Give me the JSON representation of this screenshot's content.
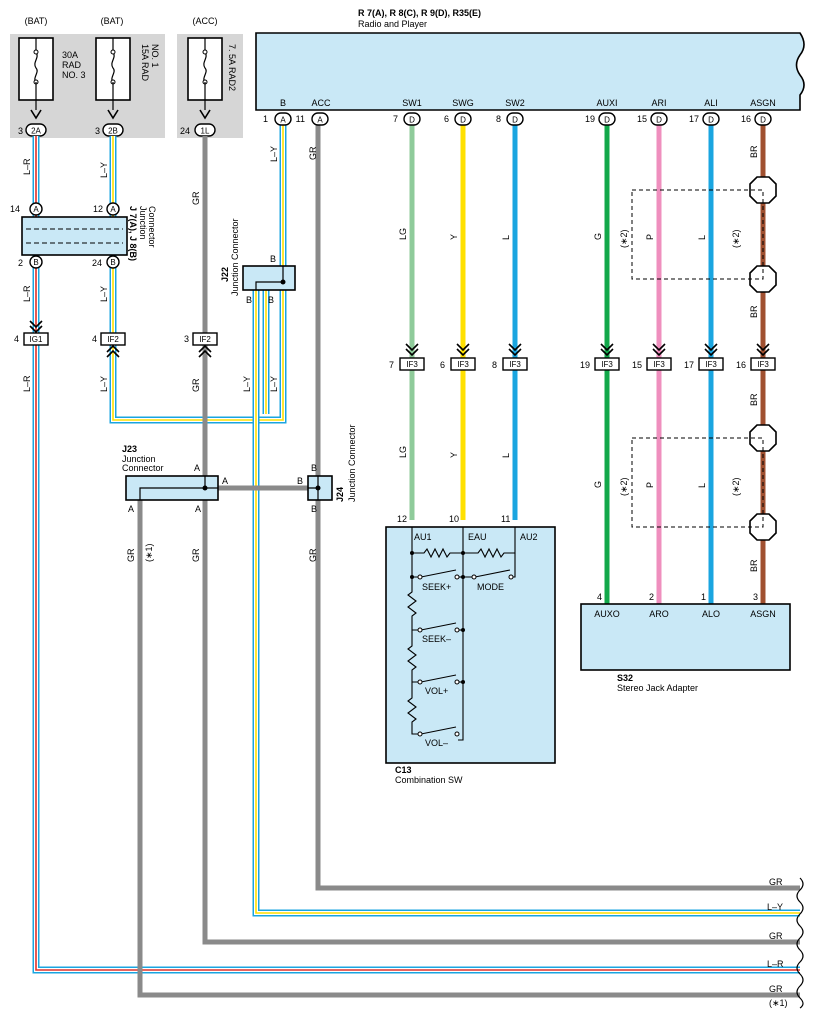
{
  "radio": {
    "code": "R 7(A), R 8(C), R 9(D), R35(E)",
    "name": "Radio and Player",
    "pins": [
      {
        "num": "1",
        "conn": "A",
        "name": "B"
      },
      {
        "num": "11",
        "conn": "A",
        "name": "ACC"
      },
      {
        "num": "7",
        "conn": "D",
        "name": "SW1"
      },
      {
        "num": "6",
        "conn": "D",
        "name": "SWG"
      },
      {
        "num": "8",
        "conn": "D",
        "name": "SW2"
      },
      {
        "num": "19",
        "conn": "D",
        "name": "AUXI"
      },
      {
        "num": "15",
        "conn": "D",
        "name": "ARI"
      },
      {
        "num": "17",
        "conn": "D",
        "name": "ALI"
      },
      {
        "num": "16",
        "conn": "D",
        "name": "ASGN"
      }
    ]
  },
  "fuses": [
    {
      "source": "(BAT)",
      "label_lines": [
        "30A",
        "RAD",
        "NO. 3"
      ],
      "pin": "3",
      "conn": "2A"
    },
    {
      "source": "(BAT)",
      "label_lines": [
        "15A RAD",
        "NO. 1"
      ],
      "pin": "3",
      "conn": "2B"
    },
    {
      "source": "(ACC)",
      "label_lines": [
        "7. 5A RAD2"
      ],
      "pin": "24",
      "conn": "1L"
    }
  ],
  "junction_j7": {
    "code": "J 7(A), J 8(B)",
    "name_lines": [
      "Junction",
      "Connector"
    ],
    "pins": [
      "14",
      "A",
      "12",
      "A",
      "2",
      "B",
      "24",
      "B"
    ]
  },
  "junction_j22": {
    "code": "J22",
    "name": "Junction Connector",
    "pins": [
      "B",
      "B",
      "B"
    ]
  },
  "junction_j23": {
    "code": "J23",
    "name_lines": [
      "Junction",
      "Connector"
    ],
    "pins": [
      "A",
      "A",
      "A",
      "A"
    ]
  },
  "junction_j24": {
    "code": "J24",
    "name": "Junction Connector",
    "pins": [
      "B",
      "B",
      "B"
    ]
  },
  "inline_conns": [
    {
      "pin": "4",
      "name": "IG1"
    },
    {
      "pin": "4",
      "name": "IF2"
    },
    {
      "pin": "3",
      "name": "IF2"
    },
    {
      "pin": "7",
      "name": "IF3"
    },
    {
      "pin": "6",
      "name": "IF3"
    },
    {
      "pin": "8",
      "name": "IF3"
    },
    {
      "pin": "19",
      "name": "IF3"
    },
    {
      "pin": "15",
      "name": "IF3"
    },
    {
      "pin": "17",
      "name": "IF3"
    },
    {
      "pin": "16",
      "name": "IF3"
    }
  ],
  "wire_labels": {
    "lr": "L–R",
    "ly": "L–Y",
    "gr": "GR",
    "lg": "LG",
    "y": "Y",
    "l": "L",
    "g": "G",
    "p": "P",
    "br": "BR",
    "star1": "(∗1)",
    "star2": "(∗2)"
  },
  "combo_sw": {
    "code": "C13",
    "name": "Combination SW",
    "pins": [
      "12",
      "10",
      "11"
    ],
    "terms": [
      "AU1",
      "EAU",
      "AU2"
    ],
    "switches": [
      "SEEK+",
      "MODE",
      "SEEK–",
      "VOL+",
      "VOL–"
    ]
  },
  "stereo": {
    "code": "S32",
    "name": "Stereo Jack Adapter",
    "pins": [
      "4",
      "2",
      "1",
      "3"
    ],
    "terms": [
      "AUXO",
      "ARO",
      "ALO",
      "ASGN"
    ]
  },
  "bus_labels": [
    "GR",
    "L–Y",
    "GR",
    "L–R",
    "GR",
    "(∗1)"
  ],
  "colors": {
    "box": "#c9e8f6",
    "fusebox": "#d6d6d6",
    "gray": "#8a8a8a",
    "lg": "#8fcb9a",
    "yellow": "#ffe000",
    "blue": "#1aa5e0",
    "green": "#12a84a",
    "pink": "#ef8fbe",
    "brown": "#a05030",
    "red": "#e0302a"
  }
}
